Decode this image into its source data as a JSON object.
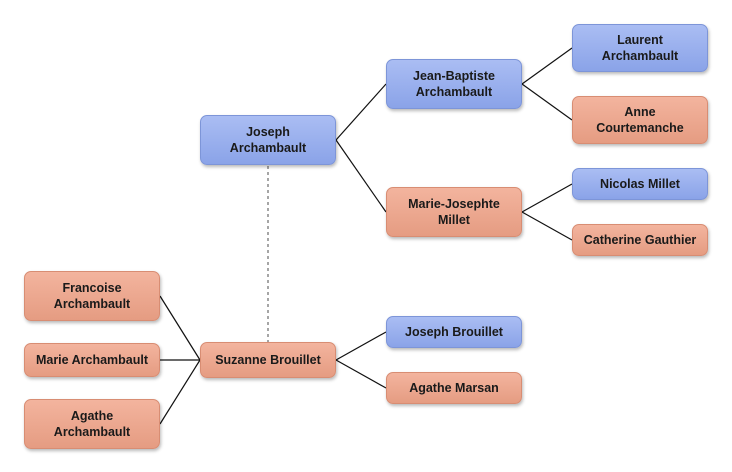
{
  "colors": {
    "male_fill": "#9cb2ef",
    "female_fill": "#eda78e",
    "connector": "#111111",
    "spouse_link": "#777777"
  },
  "people": {
    "joseph_archambault": "Joseph\nArchambault",
    "jean_baptiste_archambault": "Jean-Baptiste\nArchambault",
    "marie_josephte_millet": "Marie-Josephte\nMillet",
    "laurent_archambault": "Laurent\nArchambault",
    "anne_courtemanche": "Anne\nCourtemanche",
    "nicolas_millet": "Nicolas Millet",
    "catherine_gauthier": "Catherine Gauthier",
    "suzanne_brouillet": "Suzanne Brouillet",
    "joseph_brouillet": "Joseph Brouillet",
    "agathe_marsan": "Agathe Marsan",
    "francoise_archambault": "Francoise\nArchambault",
    "marie_archambault": "Marie Archambault",
    "agathe_archambault": "Agathe\nArchambault"
  }
}
